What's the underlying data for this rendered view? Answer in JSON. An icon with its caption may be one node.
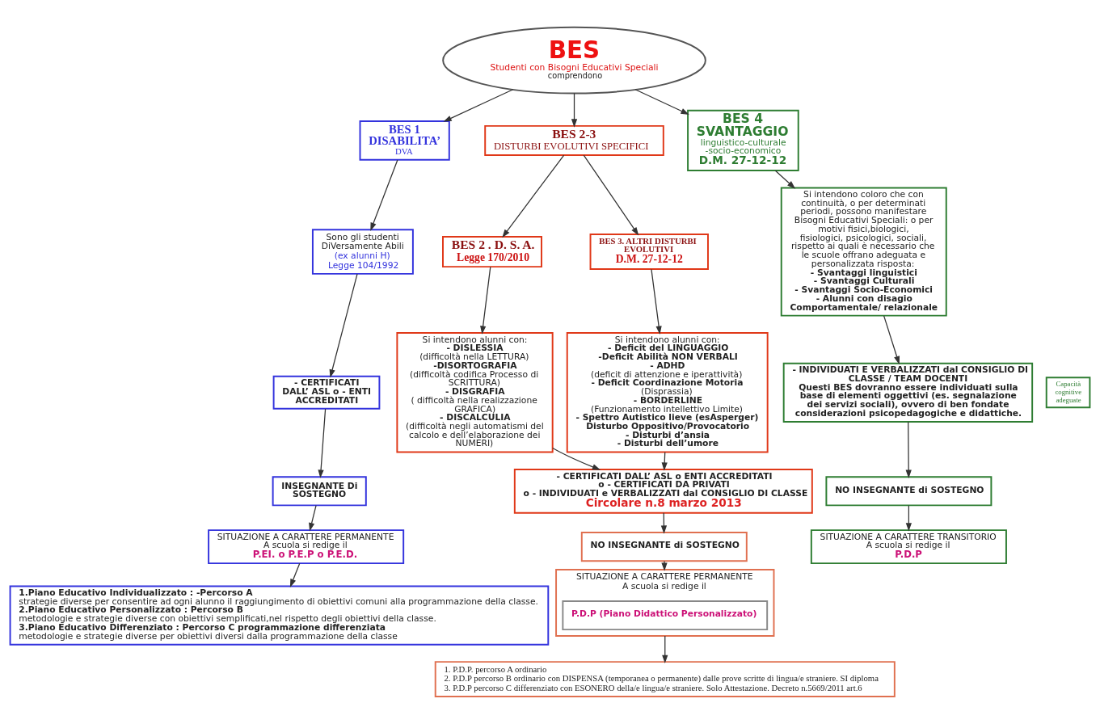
{
  "diagram": {
    "nodes": [
      {
        "text": [
          "BES",
          "Studenti con Bisogni Educativi Speciali",
          "comprendono"
        ]
      },
      {
        "text": [
          "BES 1",
          "DISABILITA’",
          "DVA"
        ]
      },
      {
        "text": [
          "BES 2-3",
          "DISTURBI EVOLUTIVI SPECIFICI"
        ]
      },
      {
        "text": [
          "BES 4",
          "SVANTAGGIO",
          "linguistico-culturale -socio-economico",
          "D.M. 27-12-12"
        ]
      },
      {
        "text": [
          "Sono gli studenti DiVersamente Abili",
          "(ex alunni H)",
          "Legge 104/1992"
        ]
      },
      {
        "text": [
          "BES 2 . D. S. A.",
          "Legge 170/2010"
        ]
      },
      {
        "text": [
          "BES 3. ALTRI DISTURBI EVOLUTIVI",
          "D.M. 27-12-12"
        ]
      },
      {
        "text": [
          "Capacità cognitive adeguate"
        ]
      },
      {
        "text": [
          "Si intendono alunni con:",
          "- DISLESSIA",
          "(difficoltà nella LETTURA)",
          "-DISORTOGRAFIA",
          "(difficoltà codifica Processo di SCRITTURA)",
          "- DISGRAFIA",
          "( difficoltà nella realizzazione GRAFICA)",
          "- DISCALCULIA",
          "(difficoltà negli automatismi del calcolo e dell’elaborazione dei NUMERI)"
        ]
      },
      {
        "text": [
          "Si intendono alunni con:",
          "- Deficit del LINGUAGGIO",
          "-Deficit Abilità NON VERBALI",
          "- ADHD",
          "(deficit di attenzione e iperattività)",
          "- Deficit Coordinazione Motoria",
          "(Disprassia)",
          "- BORDERLINE",
          "(Funzionamento intellettivo Limite)",
          "- Spettro Autistico lieve (esAsperger)",
          "Disturbo Oppositivo/Provocatorio",
          "- Disturbi d’ansia",
          "- Disturbi dell’umore"
        ]
      },
      {
        "text": [
          "Si intendono coloro che con continuità, o per determinati periodi, possono manifestare Bisogni Educativi Speciali: o per motivi fisici,biologici, fisiologici, psicologici, sociali, rispetto ai quali è necessario che le scuole offrano adeguata e personalizzata risposta:",
          "- Svantaggi linguistici",
          "- Svantaggi Culturali",
          "- Svantaggi Socio-Economici",
          "- Alunni con disagio Comportamentale/ relazionale"
        ]
      },
      {
        "text": [
          "- CERTIFICATI DALL’ ASL o - ENTI ACCREDITATI"
        ]
      },
      {
        "text": [
          "- CERTIFICATI DALL’ ASL o ENTI ACCREDITATI",
          "o - CERTIFICATI DA PRIVATI",
          "o - INDIVIDUATI e VERBALIZZATI dal CONSIGLIO DI CLASSE",
          "Circolare n.8 marzo 2013"
        ]
      },
      {
        "text": [
          "- INDIVIDUATI E VERBALIZZATI dal CONSIGLIO DI CLASSE / TEAM DOCENTI",
          "Questi BES dovranno essere individuati sulla base di elementi oggettivi (es. segnalazione dei servizi sociali), ovvero di ben fondate considerazioni psicopedagogiche e didattiche."
        ]
      },
      {
        "text": [
          "INSEGNANTE Di SOSTEGNO"
        ]
      },
      {
        "text": [
          "NO INSEGNANTE di SOSTEGNO"
        ]
      },
      {
        "text": [
          "NO INSEGNANTE di SOSTEGNO"
        ]
      },
      {
        "text": [
          "SITUAZIONE A CARATTERE PERMANENTE",
          "A scuola si redige il",
          "P.EI. o P.E.P o P.E.D."
        ]
      },
      {
        "text": [
          "SITUAZIONE A CARATTERE PERMANENTE",
          "A scuola si redige il"
        ]
      },
      {
        "text": [
          "P.D.P (Piano Didattico Personalizzato)"
        ],
        "in": 18
      },
      {
        "text": [
          "SITUAZIONE A CARATTERE TRANSITORIO",
          "A scuola si redige il",
          "P.D.P"
        ]
      },
      {
        "text": [
          "1. P.D.P. percorso A ordinario",
          "2. P.D.P percorso B ordinario con DISPENSA (temporanea o permanente) dalle prove scritte di lingua/e straniere. SI diploma",
          "3. P.D.P percorso C differenziato con ESONERO della/e lingua/e straniere. Solo Attestazione. Decreto n.5669/2011 art.6"
        ]
      },
      {
        "text": [
          "1.Piano Educativo Individualizzato : -Percorso A",
          "strategie diverse per consentire ad ogni alunno il raggiungimento di obiettivi comuni alla programmazione della classe.",
          "2.Piano Educativo Personalizzato : Percorso B",
          "metodologie e strategie diverse con obiettivi semplificati,nel rispetto degli obiettivi della classe.",
          "3.Piano Educativo Differenziato : Percorso C programmazione differenziata",
          "metodologie e strategie diverse per obiettivi diversi dalla programmazione della classe"
        ]
      }
    ],
    "edges": [
      {
        "from": 0,
        "to": 1,
        "arrow": "to"
      },
      {
        "from": 0,
        "to": 2,
        "arrow": "to"
      },
      {
        "from": 0,
        "to": 3,
        "arrow": "to"
      },
      {
        "from": 1,
        "to": 4,
        "arrow": "to"
      },
      {
        "from": 2,
        "to": 5,
        "arrow": "to"
      },
      {
        "from": 2,
        "to": 6,
        "arrow": "to"
      },
      {
        "from": 3,
        "to": 10,
        "arrow": "to"
      },
      {
        "from": 5,
        "to": 8,
        "arrow": "to"
      },
      {
        "from": 6,
        "to": 9,
        "arrow": "to"
      },
      {
        "from": 4,
        "to": 11,
        "arrow": "to"
      },
      {
        "from": 8,
        "to": 12,
        "arrow": "to"
      },
      {
        "from": 9,
        "to": 12,
        "arrow": "to"
      },
      {
        "from": 10,
        "to": 13,
        "arrow": "to"
      },
      {
        "from": 11,
        "to": 14,
        "arrow": "to"
      },
      {
        "from": 12,
        "to": 15,
        "arrow": "to"
      },
      {
        "from": 13,
        "to": 16,
        "arrow": "to"
      },
      {
        "from": 14,
        "to": 17,
        "arrow": "to"
      },
      {
        "from": 15,
        "to": 18,
        "arrow": "to"
      },
      {
        "from": 16,
        "to": 20,
        "arrow": "to"
      },
      {
        "from": 18,
        "to": 21,
        "arrow": "to"
      },
      {
        "from": 17,
        "to": 22,
        "arrow": "to"
      }
    ]
  }
}
